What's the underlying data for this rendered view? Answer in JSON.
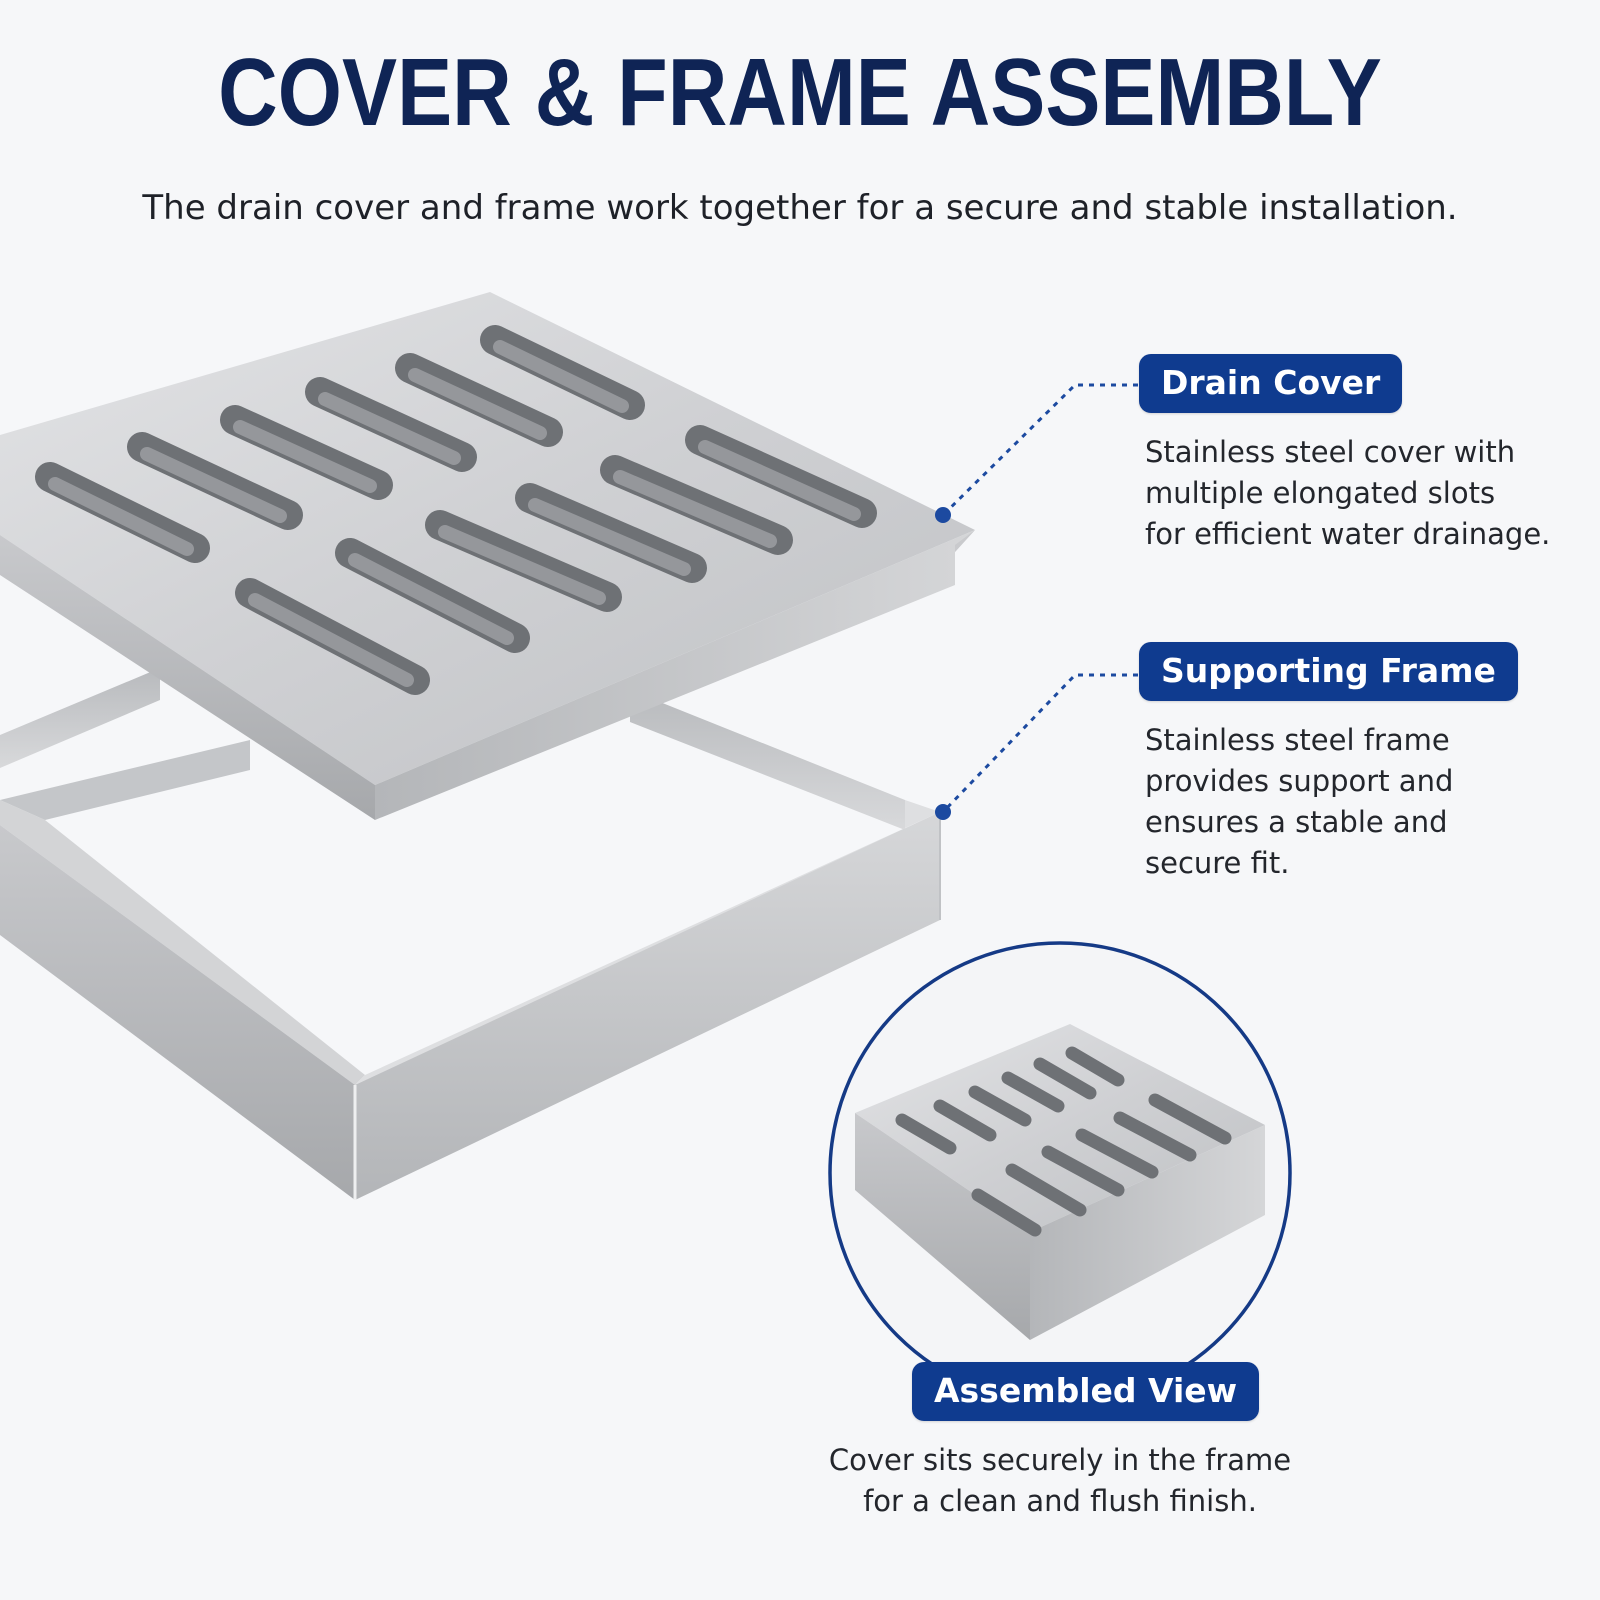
{
  "header": {
    "title": "COVER & FRAME ASSEMBLY",
    "subtitle": "The drain cover and frame work together for a secure and stable installation."
  },
  "callouts": {
    "drain_cover": {
      "label": "Drain Cover",
      "lines": [
        "Stainless steel cover with",
        "multiple elongated slots",
        "for efficient water drainage."
      ]
    },
    "supporting_frame": {
      "label": "Supporting Frame",
      "lines": [
        "Stainless steel frame",
        "provides support and",
        "ensures a stable and",
        "secure fit."
      ]
    },
    "assembled_view": {
      "label": "Assembled View",
      "lines": [
        "Cover sits securely in the frame",
        "for a clean and flush finish."
      ]
    }
  },
  "colors": {
    "title": "#0f2455",
    "accent": "#0f3b8f",
    "steel_light": "#d9dadc",
    "steel_mid": "#b9bbbe",
    "steel_dark": "#8d9094"
  }
}
